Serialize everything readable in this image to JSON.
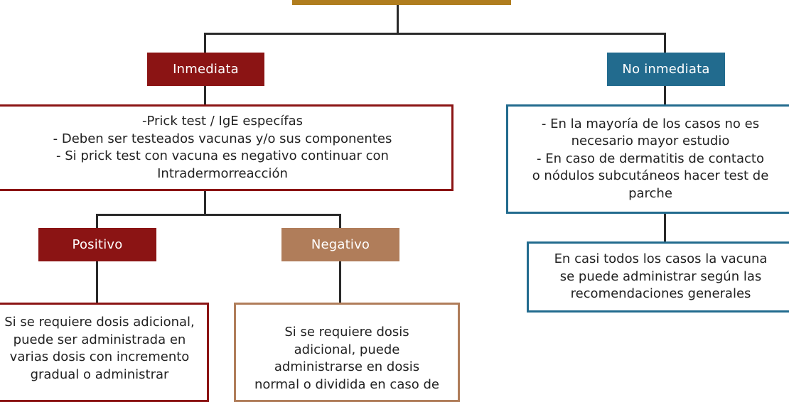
{
  "diagram": {
    "root": {
      "label": ""
    },
    "branches": {
      "inmediata": {
        "label": "Inmediata",
        "description": "-Prick test / IgE específas\n- Deben ser testeados vacunas y/o sus componentes\n- Si prick test con vacuna es negativo continuar con\nIntradermorreacción",
        "outcomes": {
          "positivo": {
            "label": "Positivo",
            "description": "Si se requiere dosis adicional,\npuede ser administrada en\nvarias dosis con incremento\ngradual o administrar"
          },
          "negativo": {
            "label": "Negativo",
            "description": "Si se requiere dosis\nadicional, puede\nadministrarse en dosis\nnormal o dividida en caso de"
          }
        }
      },
      "no_inmediata": {
        "label": "No inmediata",
        "description": "- En la mayoría de los casos no es\nnecesario mayor estudio\n- En caso de dermatitis de contacto\no nódulos subcutáneos hacer test de\nparche",
        "followup": "En casi todos los casos la vacuna\nse puede administrar según las\nrecomendaciones generales"
      }
    }
  },
  "colors": {
    "root_bar": "#b07d1e",
    "inmediata": "#8b1414",
    "no_inmediata": "#226b8e",
    "positivo": "#8b1414",
    "negativo": "#b07d5a",
    "connector": "#2a2a2a"
  }
}
